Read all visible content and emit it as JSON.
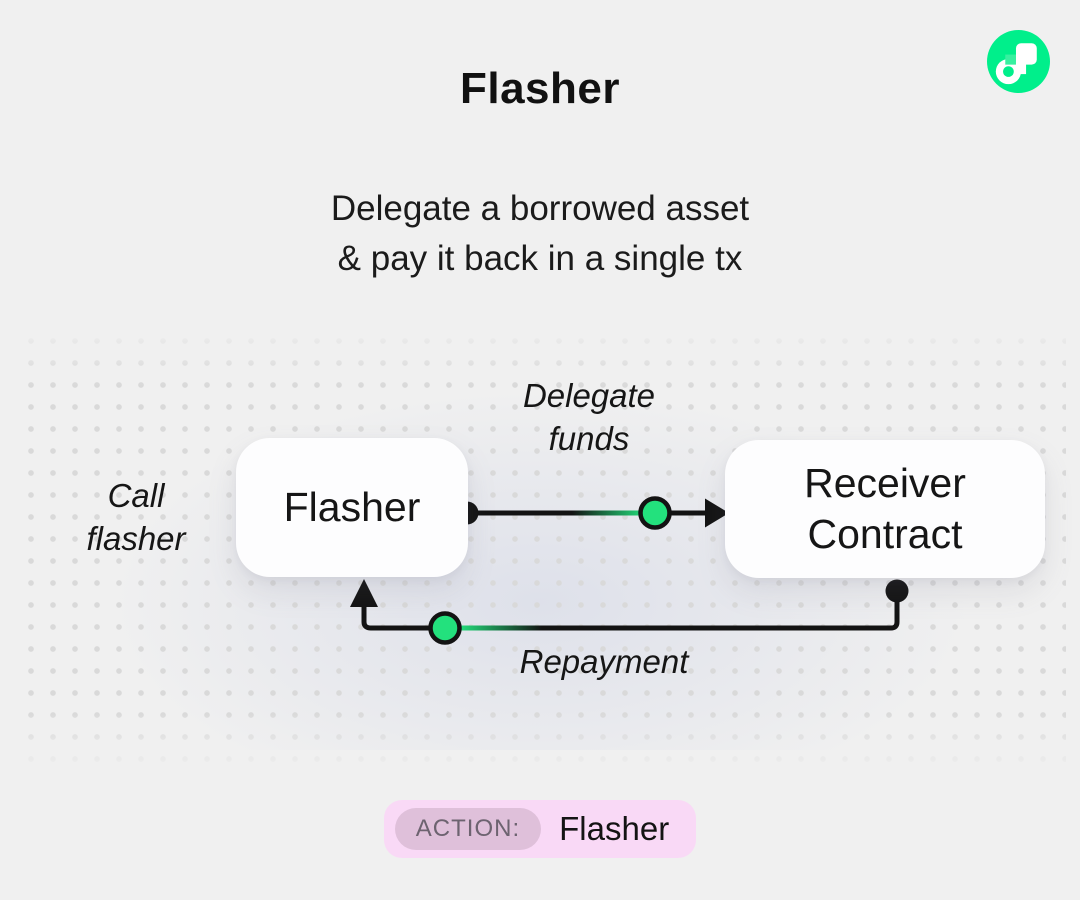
{
  "header": {
    "title": "Flasher",
    "subtitle": [
      "Delegate a borrowed asset",
      "& pay it back in a single tx"
    ]
  },
  "logo": {
    "label": "Flow logo",
    "brand_green": "#00ef8b"
  },
  "diagram": {
    "nodes": {
      "flasher": {
        "label": "Flasher"
      },
      "receiver": {
        "lines": [
          "Receiver",
          "Contract"
        ]
      }
    },
    "edge_labels": {
      "call": [
        "Call",
        "flasher"
      ],
      "delegate": [
        "Delegate",
        "funds"
      ],
      "repayment": "Repayment"
    },
    "colors": {
      "connector": "#131313",
      "green_node": "#23e17d"
    }
  },
  "action_badge": {
    "label": "ACTION:",
    "value": "Flasher",
    "colors": {
      "pill_bg": "#f9d9f6",
      "chip_bg": "#dfc0da",
      "chip_text": "#6d6370"
    }
  }
}
